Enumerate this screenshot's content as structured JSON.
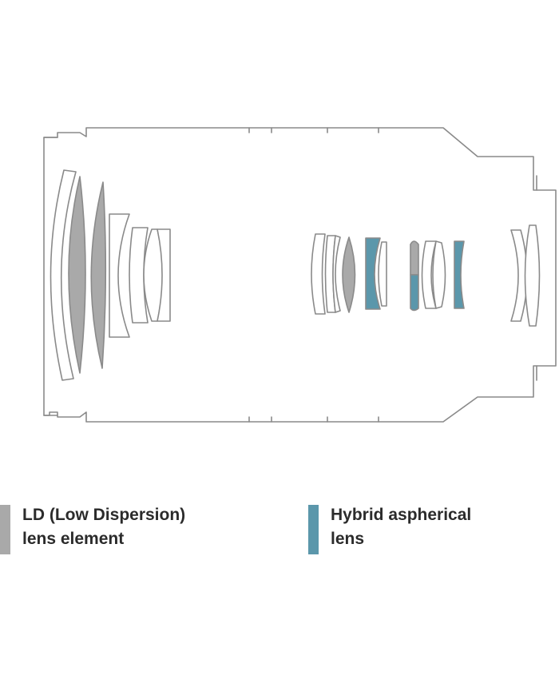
{
  "colors": {
    "outline": "#8a8a8a",
    "ld": "#a9a9a9",
    "hybrid": "#5b97ab",
    "plain": "#ffffff"
  },
  "legend": [
    {
      "type": "ld",
      "icon": "gray-swatch",
      "line1": "LD (Low Dispersion)",
      "line2": "lens element"
    },
    {
      "type": "hybrid",
      "icon": "teal-swatch",
      "line1": "Hybrid aspherical",
      "line2": "lens"
    }
  ]
}
